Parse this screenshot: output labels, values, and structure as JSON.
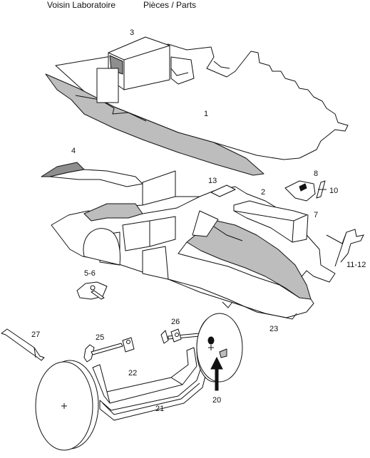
{
  "header": {
    "brand": "Voisin Laboratoire",
    "title": "Pièces / Parts"
  },
  "parts": [
    {
      "id": "1"
    },
    {
      "id": "2"
    },
    {
      "id": "3"
    },
    {
      "id": "4"
    },
    {
      "id": "5-6"
    },
    {
      "id": "7"
    },
    {
      "id": "8"
    },
    {
      "id": "10"
    },
    {
      "id": "11-12"
    },
    {
      "id": "13"
    },
    {
      "id": "20"
    },
    {
      "id": "21"
    },
    {
      "id": "22"
    },
    {
      "id": "23"
    },
    {
      "id": "25"
    },
    {
      "id": "26"
    },
    {
      "id": "27"
    }
  ],
  "colors": {
    "line": "#111111",
    "shade": "#bdbdbd",
    "dark_shade": "#8e8e8e",
    "background": "#ffffff"
  }
}
